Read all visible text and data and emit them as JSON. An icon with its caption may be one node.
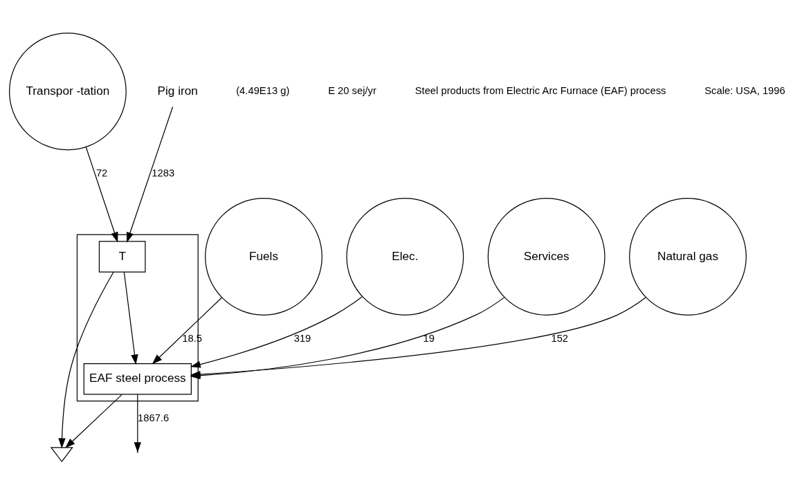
{
  "diagram": {
    "nodes": [
      {
        "text": [],
        "shape": "box"
      },
      {
        "text": [
          "Transpor -tation"
        ]
      },
      {
        "text": [
          "Natural gas"
        ]
      },
      {
        "text": [
          "Fuels"
        ]
      },
      {
        "text": [
          "Elec."
        ]
      },
      {
        "text": [
          "Services"
        ]
      },
      {
        "text": [
          "T"
        ],
        "in": 0
      },
      {
        "text": [
          "EAF steel process"
        ],
        "in": 0
      },
      {
        "text": [
          "Pig iron"
        ]
      },
      {
        "text": [],
        "shape": "ground"
      }
    ],
    "edges": [
      {
        "from": 1,
        "to": 6,
        "arrow": "to",
        "label": "72"
      },
      {
        "from": 2,
        "to": 7,
        "arrow": "to",
        "label": "152"
      },
      {
        "from": 3,
        "to": 7,
        "arrow": "to",
        "label": "18.5"
      },
      {
        "from": 4,
        "to": 7,
        "arrow": "to",
        "label": "319"
      },
      {
        "from": 5,
        "to": 7,
        "arrow": "to",
        "label": "19"
      },
      {
        "from": 8,
        "to": 6,
        "arrow": "to",
        "label": "1283"
      },
      {
        "from": 6,
        "to": 7,
        "arrow": "to"
      },
      {
        "from": 7,
        "to": null,
        "arrow": "to",
        "label": "1867.6"
      },
      {
        "from": 6,
        "to": 9,
        "arrow": "to"
      },
      {
        "from": 7,
        "to": 9,
        "arrow": "to"
      }
    ],
    "labels": [
      "(4.49E13 g)",
      "E 20 sej/yr",
      "Steel products from Electric Arc Furnace (EAF) process",
      "Scale: USA, 1996"
    ]
  }
}
